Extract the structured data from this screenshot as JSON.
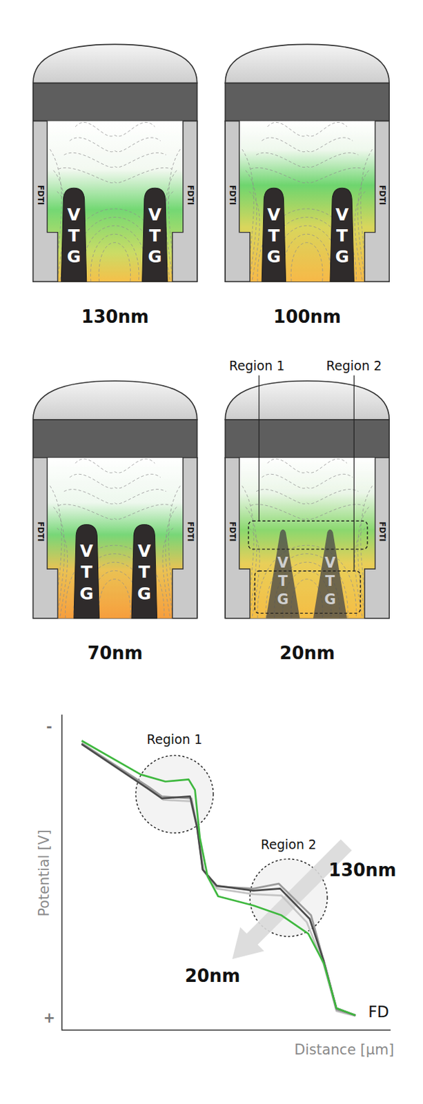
{
  "diagram": {
    "nodes": [
      {
        "text": [
          "130nm"
        ]
      },
      {
        "text": [
          "FDTI"
        ],
        "in": 0
      },
      {
        "text": [
          "V T G"
        ],
        "in": 0
      },
      {
        "text": [
          "V T G"
        ],
        "in": 0
      },
      {
        "text": [
          "FDTI"
        ],
        "in": 0
      },
      {
        "text": [
          "100nm"
        ]
      },
      {
        "text": [
          "FDTI"
        ],
        "in": 5
      },
      {
        "text": [
          "V T G"
        ],
        "in": 5
      },
      {
        "text": [
          "V T G"
        ],
        "in": 5
      },
      {
        "text": [
          "FDTI"
        ],
        "in": 5
      },
      {
        "text": [
          "70nm"
        ]
      },
      {
        "text": [
          "FDTI"
        ],
        "in": 10
      },
      {
        "text": [
          "V T G"
        ],
        "in": 10
      },
      {
        "text": [
          "V T G"
        ],
        "in": 10
      },
      {
        "text": [
          "FDTI"
        ],
        "in": 10
      },
      {
        "text": [
          "20nm"
        ]
      },
      {
        "text": [
          "FDTI"
        ],
        "in": 15
      },
      {
        "text": [
          "V T G"
        ],
        "in": 15
      },
      {
        "text": [
          "V T G"
        ],
        "in": 15
      },
      {
        "text": [
          "FDTI"
        ],
        "in": 15
      }
    ],
    "labels": [
      "Region 1",
      "Region 2",
      "-",
      "Potential [V]",
      "+",
      "Region 1",
      "Region 2",
      "130nm",
      "20nm",
      "FD",
      "Distance [μm]"
    ]
  }
}
